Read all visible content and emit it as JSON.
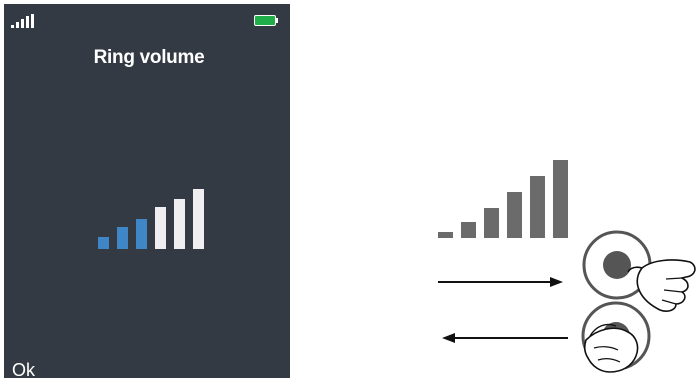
{
  "screen": {
    "title": "Ring volume",
    "softkey_left": "Ok",
    "signal_icon": "signal-strength-icon",
    "battery_icon": "battery-icon",
    "battery_color": "#1fae4a",
    "background_color": "#333a44"
  },
  "volume": {
    "level": 3,
    "max": 6,
    "active_color": "#3f86c7",
    "inactive_color": "#f0eef0"
  },
  "illustration": {
    "volume_level": 6,
    "max": 6,
    "bar_color": "#6b6b6b",
    "arrow_right_meaning": "volume-up",
    "arrow_left_meaning": "volume-down",
    "hand_icon": "pointing-hand-icon",
    "button_icon": "navigation-key-icon"
  }
}
